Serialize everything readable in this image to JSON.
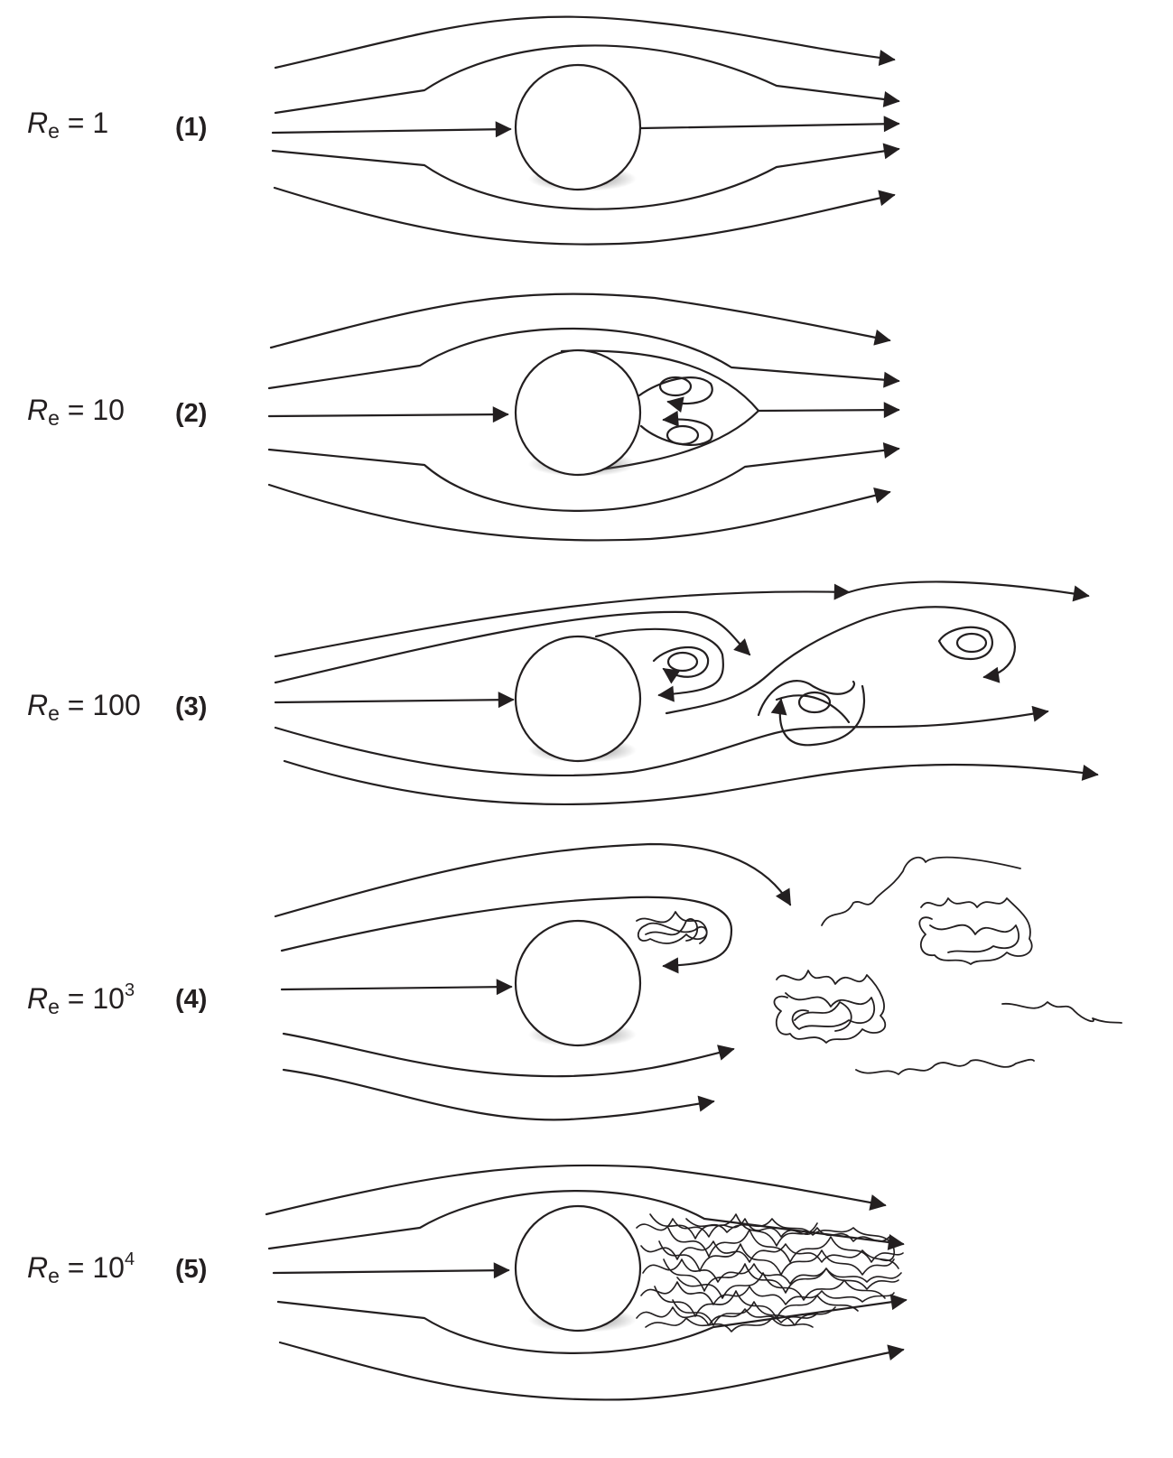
{
  "panels": [
    {
      "symbol": "R",
      "subscript": "e",
      "equals": " = ",
      "base": "1",
      "exponent": "",
      "number": "(1)"
    },
    {
      "symbol": "R",
      "subscript": "e",
      "equals": " = ",
      "base": "10",
      "exponent": "",
      "number": "(2)"
    },
    {
      "symbol": "R",
      "subscript": "e",
      "equals": " = ",
      "base": "100",
      "exponent": "",
      "number": "(3)"
    },
    {
      "symbol": "R",
      "subscript": "e",
      "equals": " = ",
      "base": "10",
      "exponent": "3",
      "number": "(4)"
    },
    {
      "symbol": "R",
      "subscript": "e",
      "equals": " = ",
      "base": "10",
      "exponent": "4",
      "number": "(5)"
    }
  ],
  "colors": {
    "line": "#231f20",
    "cylinder_fill": "#ffffff",
    "shadow": "#7a7a7a"
  }
}
